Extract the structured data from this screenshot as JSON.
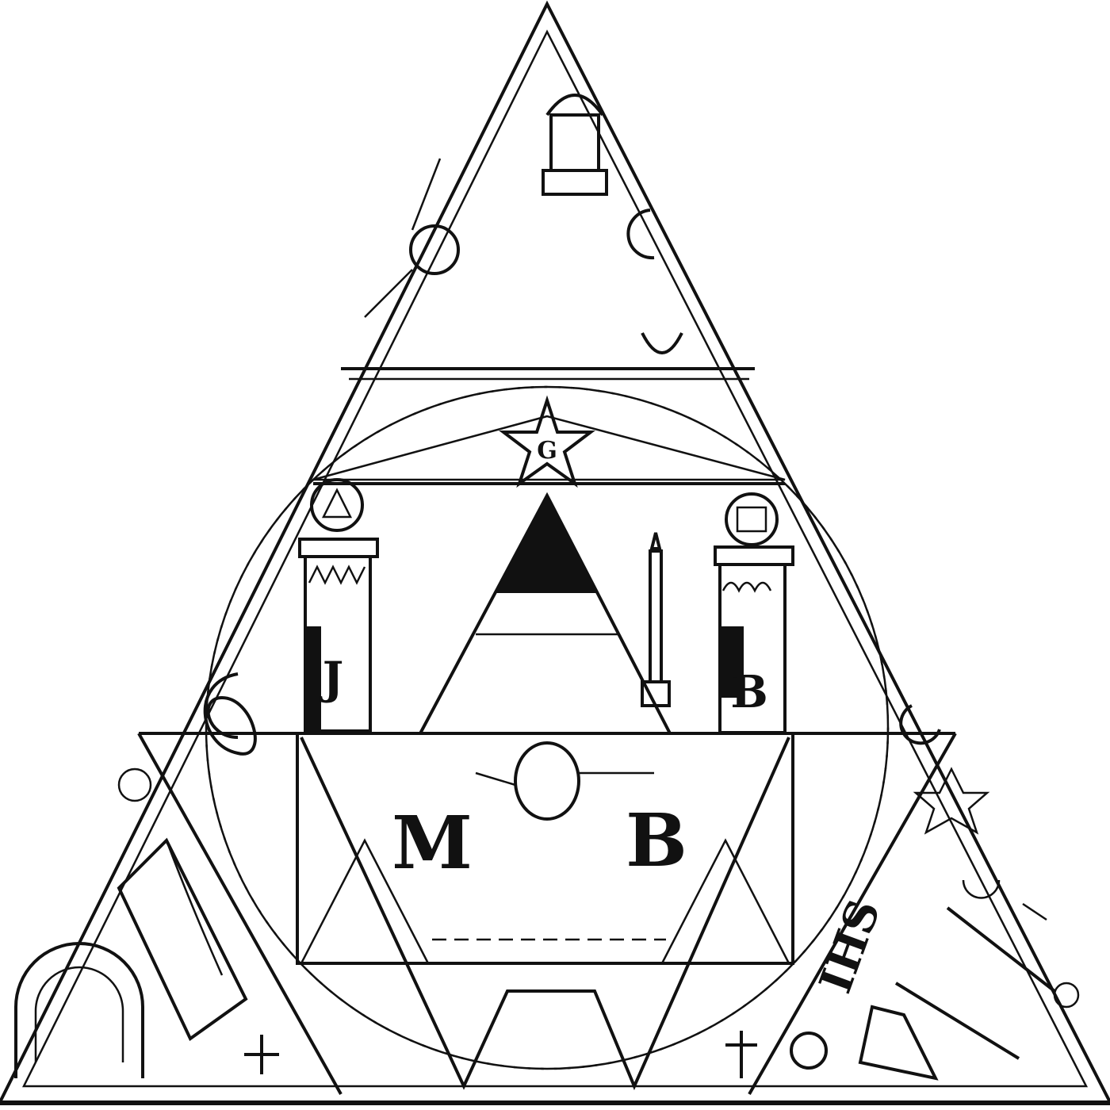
{
  "illustration": {
    "pillar_left_letter": "J",
    "pillar_right_letter": "B",
    "star_letter": "G",
    "lower_left_letter": "M",
    "lower_right_letter": "B",
    "side_monogram": "IHS"
  },
  "colors": {
    "ink": "#111111",
    "paper": "#ffffff"
  }
}
